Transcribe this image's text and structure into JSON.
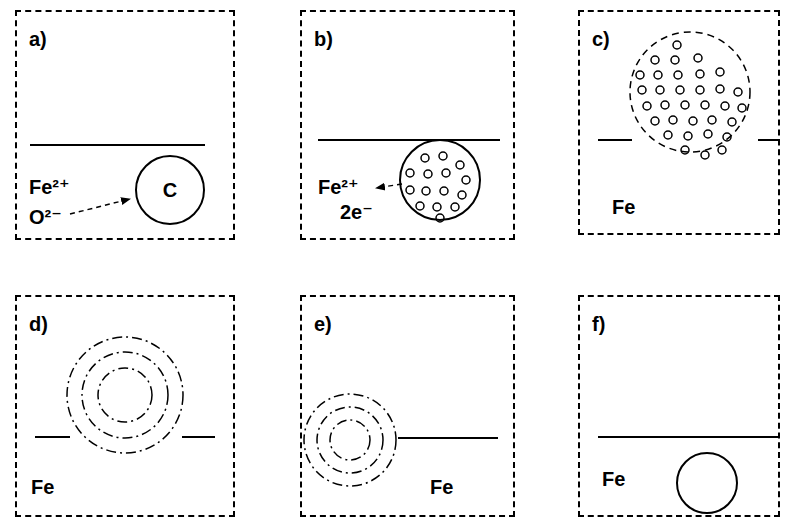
{
  "diagram": {
    "nodes": [
      {
        "text": [
          "a)",
          "Fe²⁺",
          "O²⁻"
        ]
      },
      {
        "text": [
          "C"
        ],
        "in": 0
      },
      {
        "text": [
          "b)",
          "Fe²⁺",
          "2e⁻"
        ]
      },
      {
        "text": [
          "c)",
          "Fe"
        ]
      },
      {
        "text": [
          "d)",
          "Fe"
        ]
      },
      {
        "text": [
          "e)",
          "Fe"
        ]
      },
      {
        "text": [
          "f)",
          "Fe"
        ]
      }
    ]
  }
}
